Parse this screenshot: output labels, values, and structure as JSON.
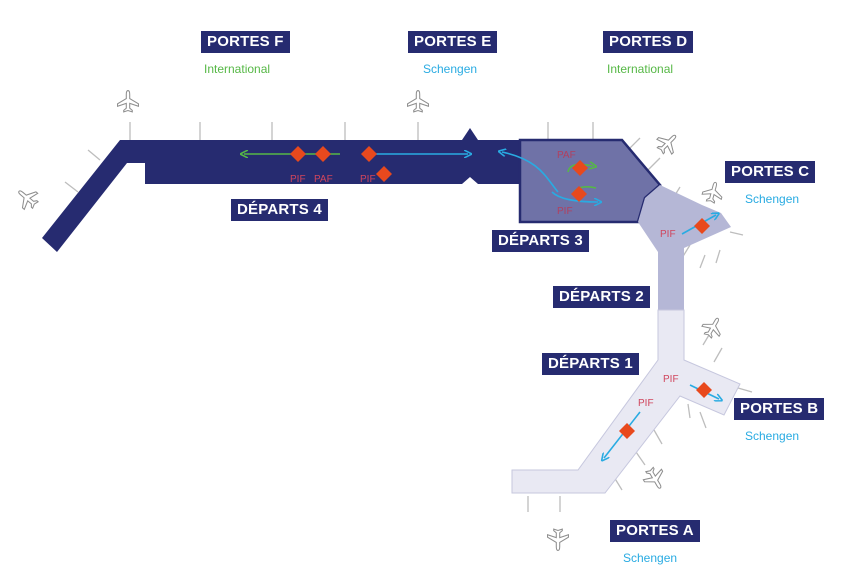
{
  "gates": {
    "f": {
      "name": "PORTES F",
      "zone": "International"
    },
    "e": {
      "name": "PORTES E",
      "zone": "Schengen"
    },
    "d": {
      "name": "PORTES D",
      "zone": "International"
    },
    "c": {
      "name": "PORTES C",
      "zone": "Schengen"
    },
    "b": {
      "name": "PORTES B",
      "zone": "Schengen"
    },
    "a": {
      "name": "PORTES A",
      "zone": "Schengen"
    }
  },
  "departures": {
    "d4": "DÉPARTS 4",
    "d3": "DÉPARTS 3",
    "d2": "DÉPARTS 2",
    "d1": "DÉPARTS 1"
  },
  "controls": {
    "pif": "PIF",
    "paf": "PAF"
  },
  "colors": {
    "navy": "#262b70",
    "d3_zone": "#6f72a7",
    "d2_zone": "#b5b7d6",
    "d1_zone": "#e9e9f3",
    "control_marker": "#e8491d",
    "international": "#56b846",
    "schengen": "#29abe2"
  },
  "icons": {
    "plane": "airplane-icon",
    "control": "diamond-marker-icon"
  }
}
